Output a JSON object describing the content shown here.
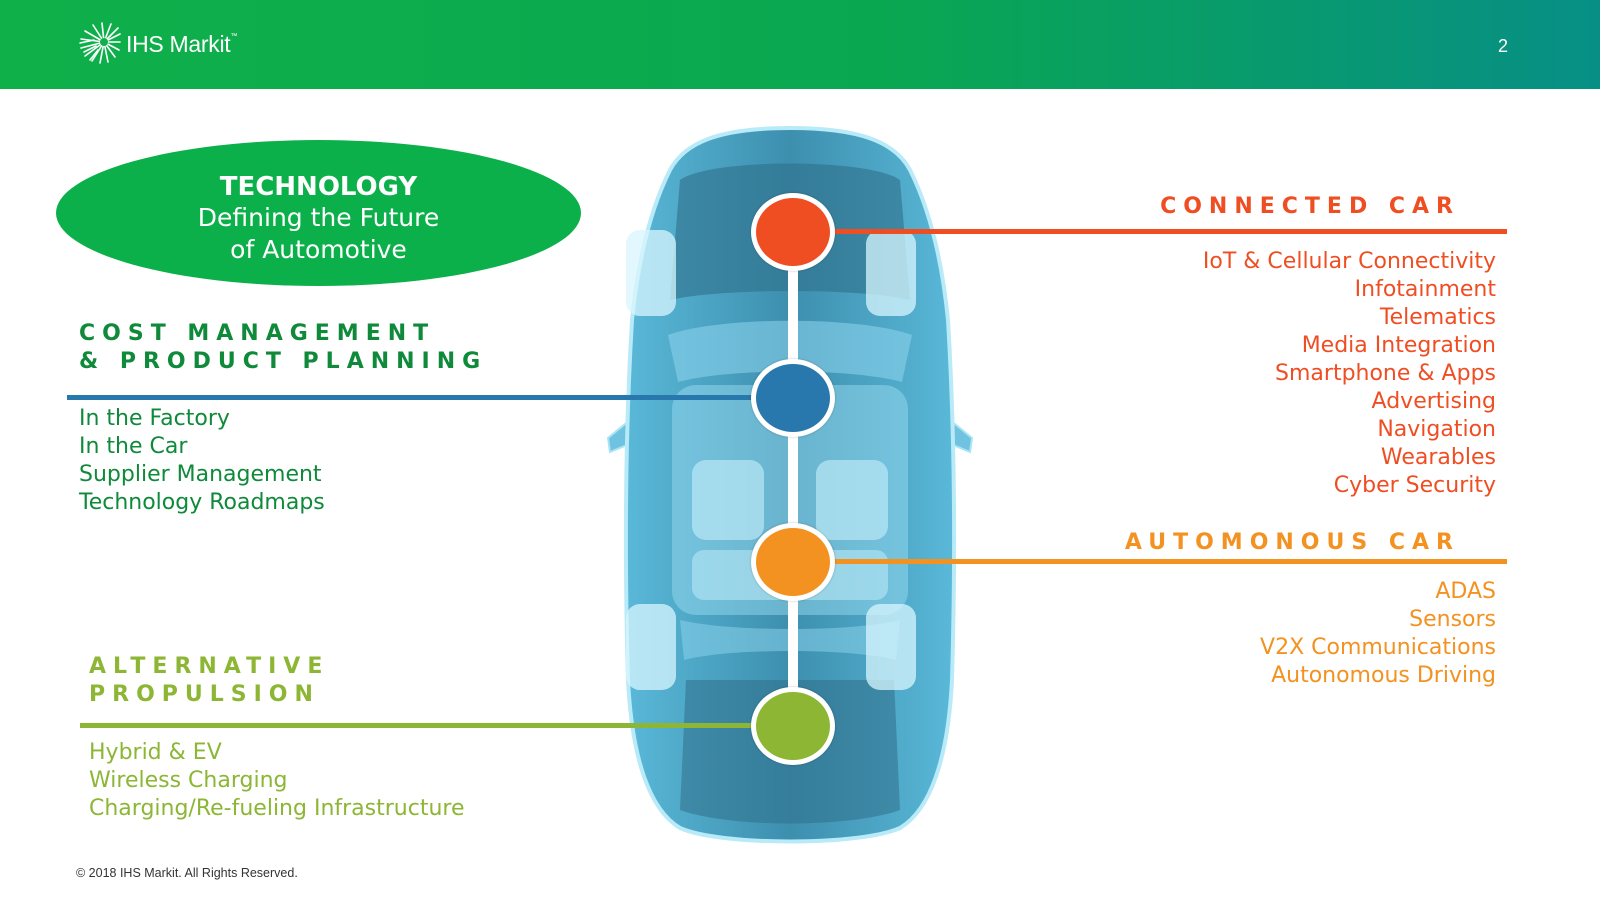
{
  "header": {
    "logo_text": "IHS Markit",
    "logo_tm": "™",
    "page_number": "2"
  },
  "technology": {
    "title": "TECHNOLOGY",
    "subtitle_line1": "Defining the Future",
    "subtitle_line2": "of Automotive"
  },
  "cost_management": {
    "heading_line1": "COST MANAGEMENT",
    "heading_line2": "& PRODUCT PLANNING",
    "items": [
      "In the Factory",
      "In the Car",
      "Supplier Management",
      "Technology Roadmaps"
    ]
  },
  "alternative_propulsion": {
    "heading_line1": "ALTERNATIVE",
    "heading_line2": "PROPULSION",
    "items": [
      "Hybrid & EV",
      "Wireless Charging",
      "Charging/Re-fueling Infrastructure"
    ]
  },
  "connected_car": {
    "heading": "CONNECTED CAR",
    "items": [
      "IoT & Cellular Connectivity",
      "Infotainment",
      "Telematics",
      "Media Integration",
      "Smartphone & Apps",
      "Advertising",
      "Navigation",
      "Wearables",
      "Cyber Security"
    ]
  },
  "autonomous_car": {
    "heading": "AUTOMONOUS CAR",
    "items": [
      "ADAS",
      "Sensors",
      "V2X Communications",
      "Autonomous Driving"
    ]
  },
  "colors": {
    "connected": "#ef4e23",
    "cost": "#2877ad",
    "autonomous": "#f39221",
    "alternative": "#8cb634",
    "brand_green": "#0cb04a"
  },
  "footer": {
    "copyright": "© 2018 IHS Markit. All Rights Reserved."
  }
}
